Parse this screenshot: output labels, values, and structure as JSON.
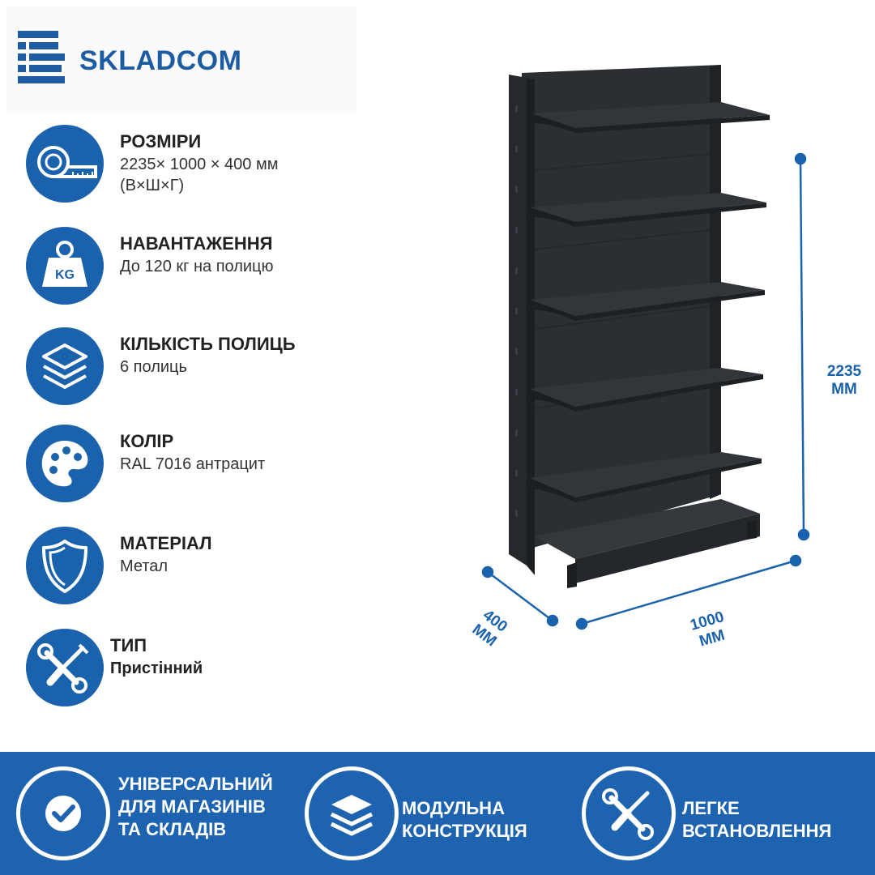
{
  "brand": {
    "name": "SKLADCOM"
  },
  "specs": [
    {
      "icon": "tape-measure-icon",
      "title": "РОЗМІРИ",
      "value": "2235× 1000 × 400 мм\n(В×Ш×Г)"
    },
    {
      "icon": "weight-kg-icon",
      "title": "НАВАНТАЖЕННЯ",
      "value": "До 120 кг на полицю"
    },
    {
      "icon": "layers-icon",
      "title": "КІЛЬКІСТЬ ПОЛИЦЬ",
      "value": "6 полиць"
    },
    {
      "icon": "palette-icon",
      "title": "КОЛІР",
      "value": " RAL 7016 антрацит"
    },
    {
      "icon": "shield-icon",
      "title": "МАТЕРІАЛ",
      "value": "Метал"
    },
    {
      "icon": "tools-icon",
      "title": "ТИП",
      "value": "Пристінний"
    }
  ],
  "kg_label": "KG",
  "dimensions": {
    "height": "2235\nMM",
    "width": "1000\nMM",
    "depth": "400\nMM"
  },
  "features": [
    {
      "icon": "checkmark-icon",
      "label": "УНІВЕРСАЛЬНИЙ\nДЛЯ МАГАЗИНІВ\nТА СКЛАДІВ"
    },
    {
      "icon": "layers-icon",
      "label": "МОДУЛЬНА\nКОНСТРУКЦІЯ"
    },
    {
      "icon": "tools-icon",
      "label": "ЛЕГКЕ\nВСТАНОВЛЕННЯ"
    }
  ],
  "colors": {
    "accent": "#1b62ad",
    "banner": "#1d63af",
    "shelf": "#2b2e32"
  }
}
